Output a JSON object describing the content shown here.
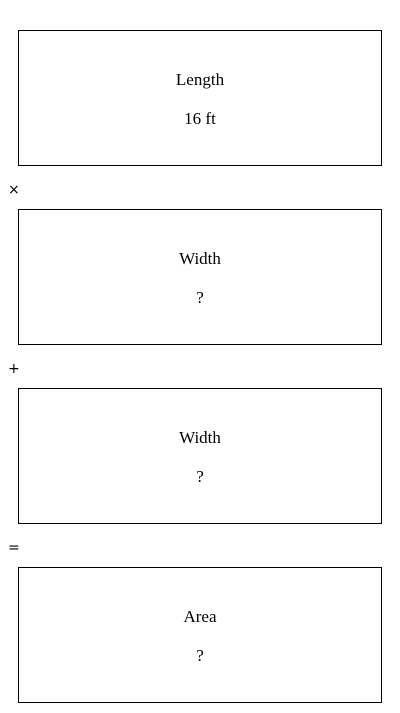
{
  "boxes": [
    {
      "label": "Length",
      "value": "16 ft"
    },
    {
      "label": "Width",
      "value": "?"
    },
    {
      "label": "Width",
      "value": "?"
    },
    {
      "label": "Area",
      "value": "?"
    }
  ],
  "operators": [
    "×",
    "+",
    "="
  ]
}
